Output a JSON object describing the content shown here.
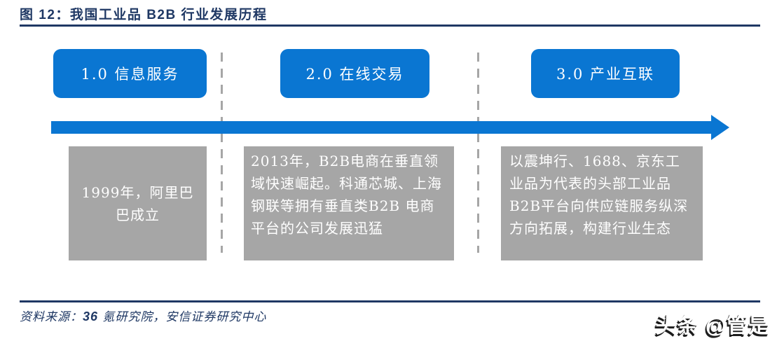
{
  "colors": {
    "navy": "#1F3864",
    "blue": "#0A76D2",
    "box_gray": "#A6A6A6",
    "dash_gray": "#A6A6A6",
    "text_white": "#FFFFFF"
  },
  "title": {
    "label": "图 12：我国工业品 B2B 行业发展历程"
  },
  "timeline": {
    "stages": [
      {
        "label": "1.0 信息服务",
        "description": "1999年，阿里巴巴成立"
      },
      {
        "label": "2.0 在线交易",
        "description": "2013年，B2B电商在垂直领域快速崛起。科通芯城、上海钢联等拥有垂直类B2B 电商平台的公司发展迅猛"
      },
      {
        "label": "3.0 产业互联",
        "description": "以震坤行、1688、京东工业品为代表的头部工业品B2B平台向供应链服务纵深方向拓展，构建行业生态"
      }
    ]
  },
  "footer": {
    "source_label": "资料来源：",
    "source_highlight": "36",
    "source_rest": " 氪研究院，安信证券研究中心"
  },
  "watermark": {
    "text": "头条 @管是"
  }
}
